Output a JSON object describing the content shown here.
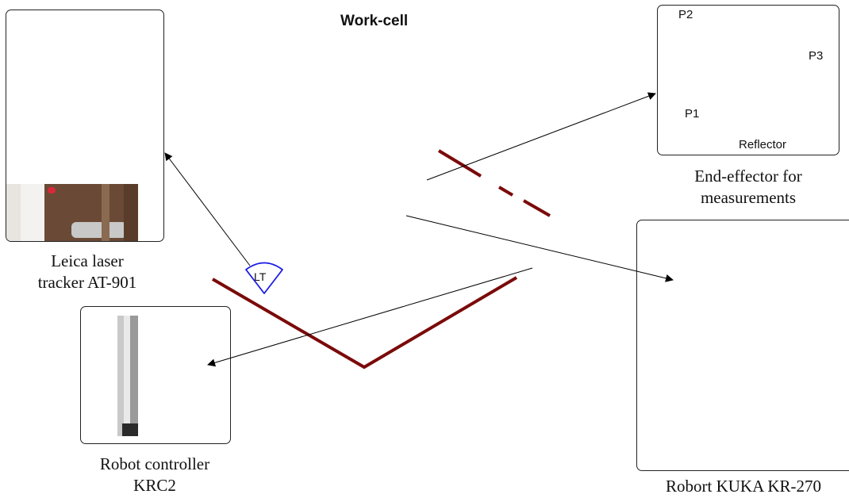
{
  "diagram": {
    "title": "Work-cell",
    "nodes": {
      "tracker": {
        "line1": "Leica laser",
        "line2": "tracker AT-901"
      },
      "controller": {
        "line1": "Robot controller",
        "line2": "KRC2"
      },
      "end_effector": {
        "line1": "End-effector for",
        "line2": "measurements",
        "points": {
          "p1": "P1",
          "p2": "P2",
          "p3": "P3"
        },
        "reflector": "Reflector"
      },
      "robot": {
        "line1": "Robort KUKA KR-270"
      }
    },
    "lt_marker": "LT",
    "colors": {
      "wall": "#7b0a0a",
      "lt_marker": "#1a1ae6",
      "arrow": "#000000"
    }
  }
}
